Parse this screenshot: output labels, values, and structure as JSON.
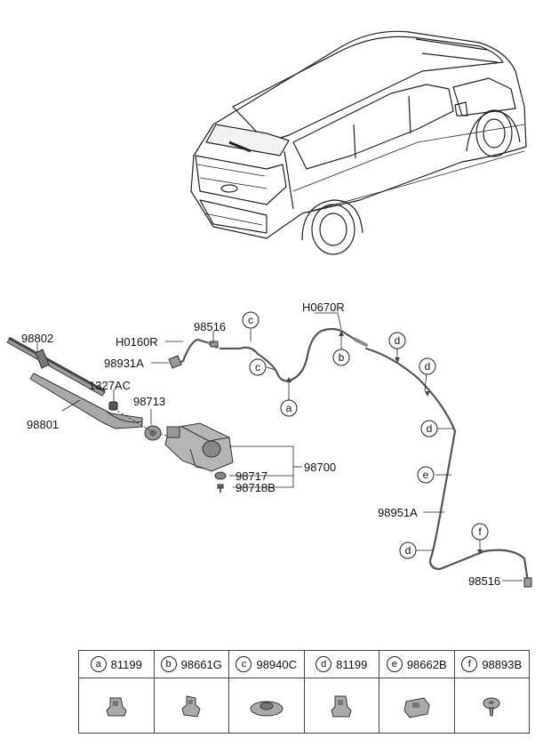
{
  "parts": {
    "p98802": "98802",
    "p98801": "98801",
    "p1327AC": "1327AC",
    "p98713": "98713",
    "pH0160R": "H0160R",
    "p98516a": "98516",
    "p98931A": "98931A",
    "pH0670R": "H0670R",
    "p98700": "98700",
    "p98717": "98717",
    "p98718B": "98718B",
    "p98951A": "98951A",
    "p98516b": "98516"
  },
  "callouts": {
    "c1": "c",
    "c2": "c",
    "a1": "a",
    "b1": "b",
    "d1": "d",
    "d2": "d",
    "d3": "d",
    "d4": "d",
    "e1": "e",
    "f1": "f"
  },
  "legend": [
    {
      "letter": "a",
      "part": "81199"
    },
    {
      "letter": "b",
      "part": "98661G"
    },
    {
      "letter": "c",
      "part": "98940C"
    },
    {
      "letter": "d",
      "part": "81199"
    },
    {
      "letter": "e",
      "part": "98662B"
    },
    {
      "letter": "f",
      "part": "98893B"
    }
  ]
}
